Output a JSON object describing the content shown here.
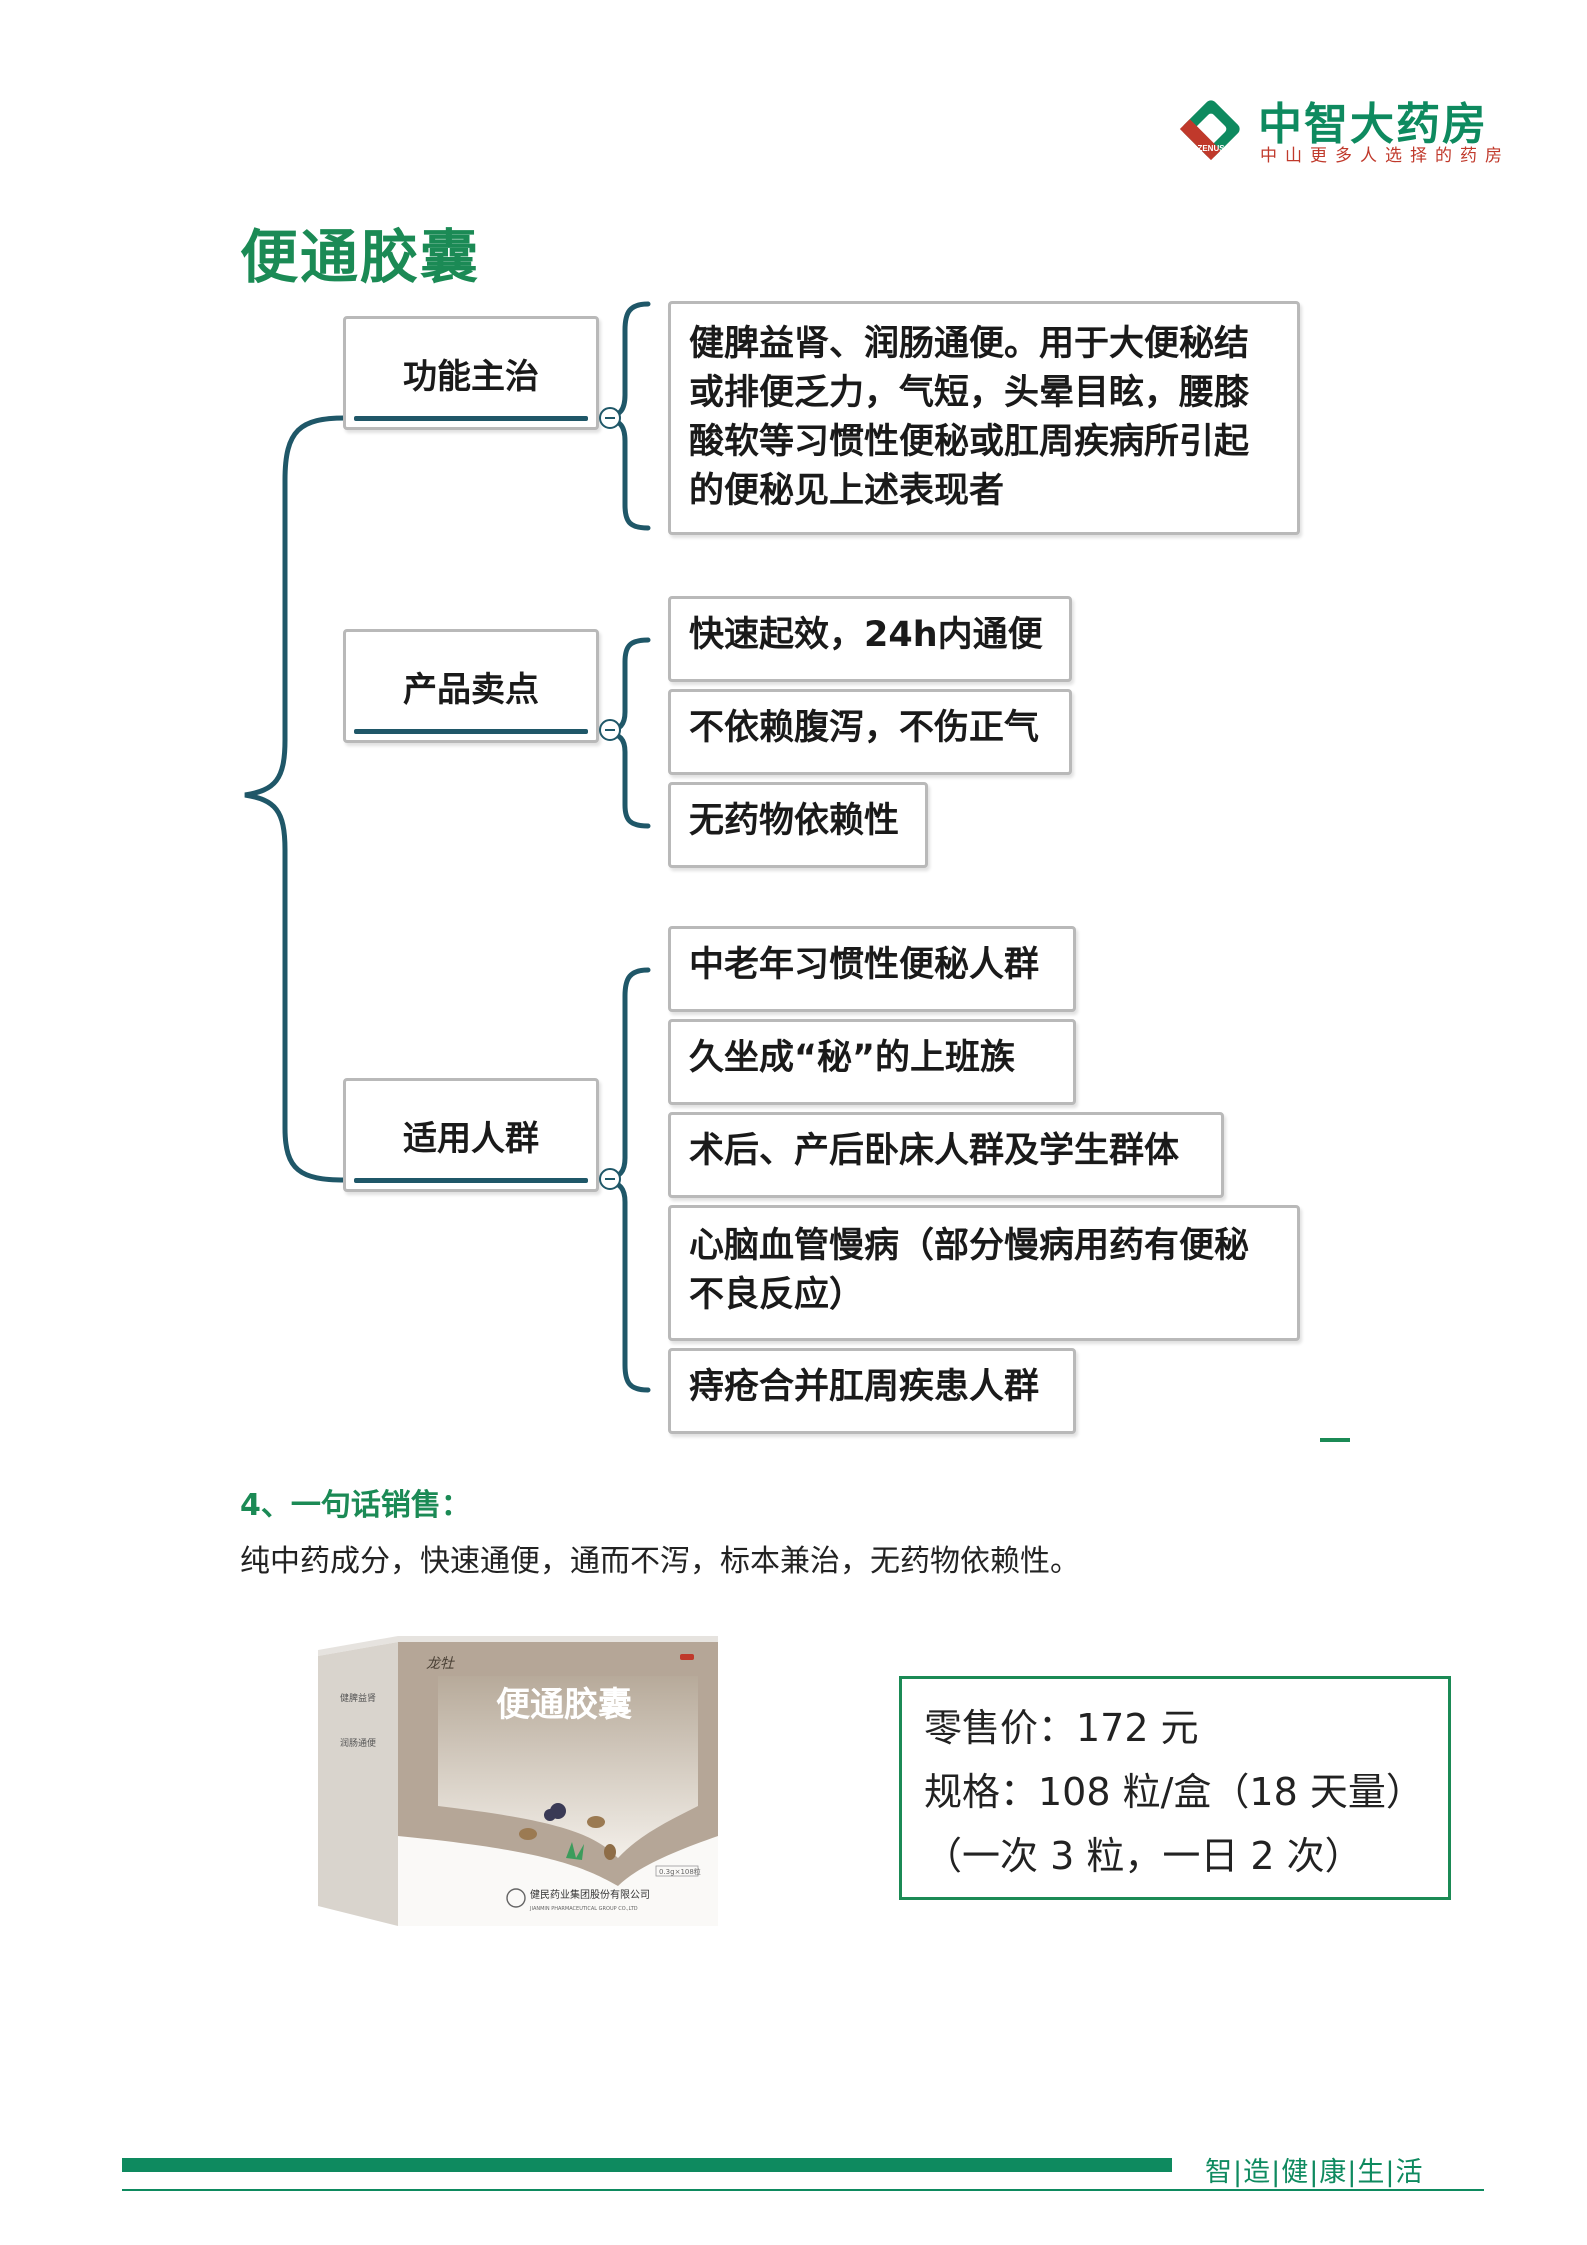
{
  "header": {
    "brand_name": "中智大药房",
    "slogan": "中山更多人选择的药房",
    "badge_text": "ZENUS"
  },
  "title": "便通胶囊",
  "mindmap": {
    "categories": [
      {
        "label": "功能主治",
        "items": [
          "健脾益肾、润肠通便。用于大便秘结\n或排便乏力，气短，头晕目眩，腰膝\n酸软等习惯性便秘或肛周疾病所引起\n的便秘见上述表现者"
        ]
      },
      {
        "label": "产品卖点",
        "items": [
          "快速起效，24h内通便",
          "不依赖腹泻，不伤正气",
          "无药物依赖性"
        ]
      },
      {
        "label": "适用人群",
        "items": [
          "中老年习惯性便秘人群",
          "久坐成“秘”的上班族",
          "术后、产后卧床人群及学生群体",
          "心脑血管慢病（部分慢病用药有便秘\n不良反应）",
          "痔疮合并肛周疾患人群"
        ]
      }
    ]
  },
  "sales_pitch": {
    "heading": "4、一句话销售：",
    "text": "纯中药成分，快速通便，通而不泻，标本兼治，无药物依赖性。"
  },
  "product_box": {
    "brand": "龙牡",
    "name": "便通胶囊",
    "company": "健民药业集团股份有限公司",
    "company_en": "JIANMIN PHARMACEUTICAL GROUP CO.,LTD",
    "side_labels": [
      "健脾益肾",
      "润肠通便"
    ],
    "spec_tag": "0.3g×108粒"
  },
  "price_panel": {
    "price_line": "零售价：172 元",
    "spec_line": "规格：108 粒/盒（18 天量）",
    "dosage_line": "（一次 3 粒，一日 2 次）"
  },
  "footer": {
    "tagline": "智|造|健|康|生|活"
  },
  "colors": {
    "brand_green": "#0e8a5f",
    "title_green": "#1b8a55",
    "connector": "#1f5768",
    "slogan_red": "#c0392b"
  }
}
